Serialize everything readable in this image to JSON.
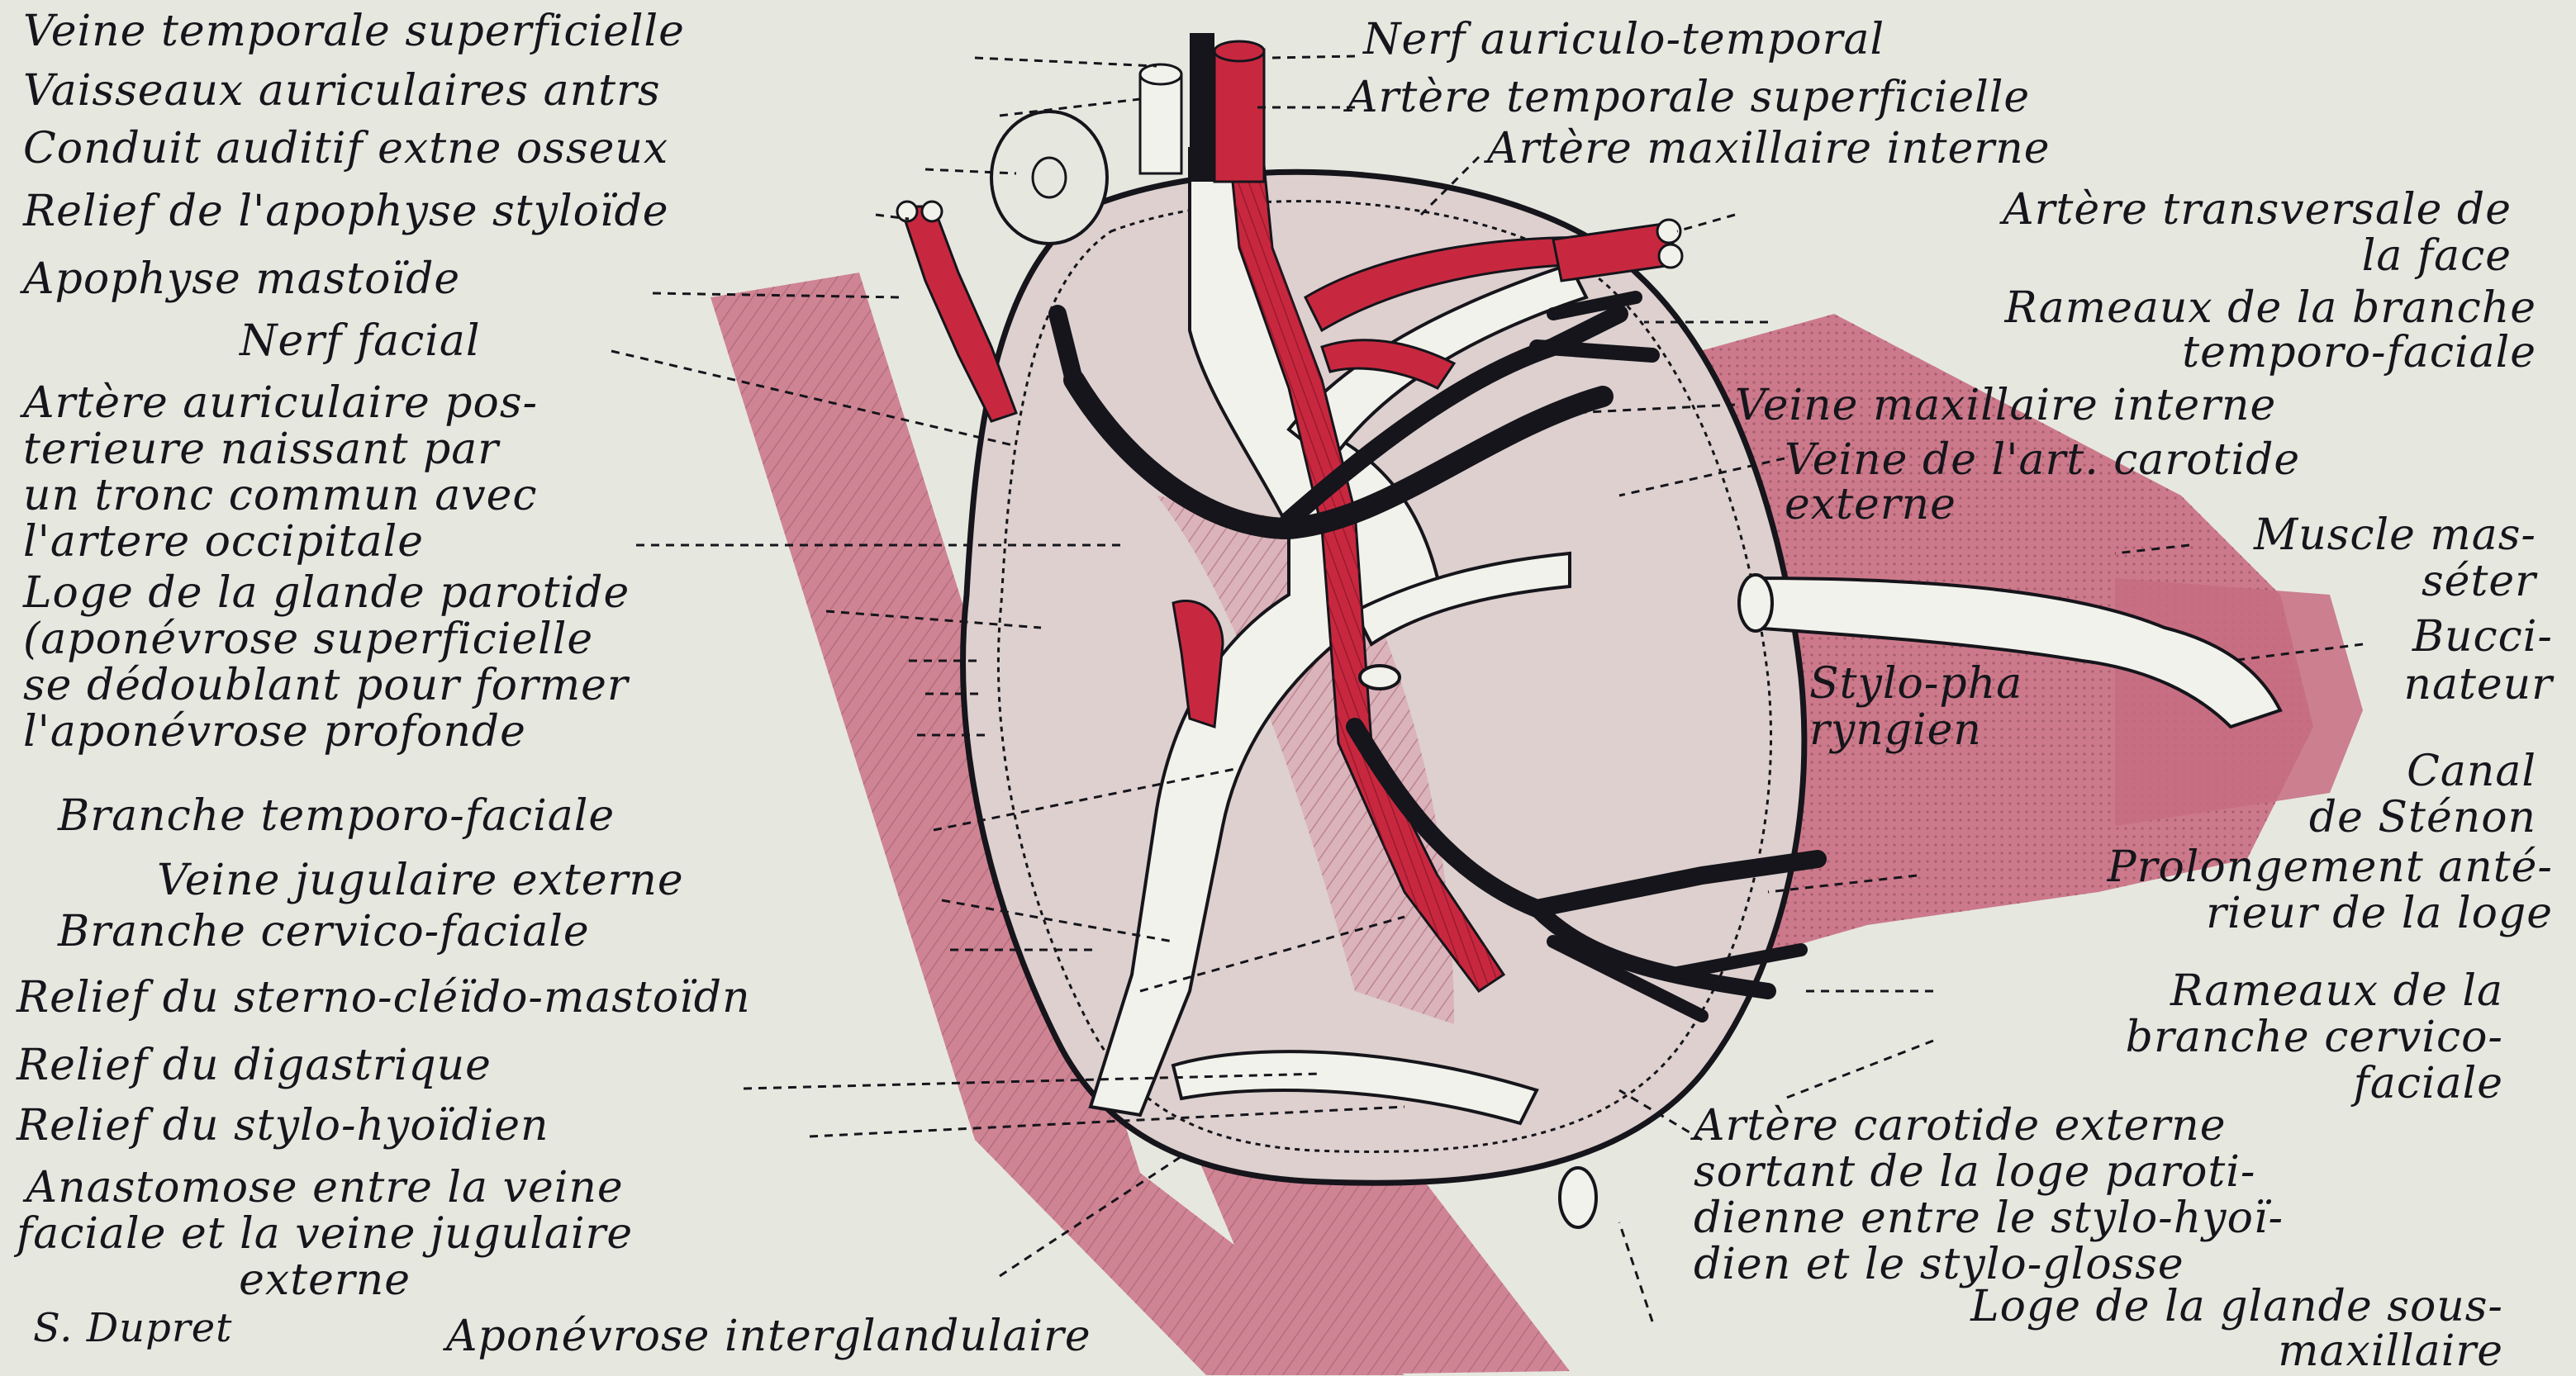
{
  "colors": {
    "paper": "#e6e8e0",
    "ink": "#15151b",
    "artery": "#c8283f",
    "muscle": "#c87c8c",
    "muscle_light": "#e3b8c0",
    "vein": "#f2f2ec"
  },
  "labels": {
    "veine_temporale": "Veine temporale superficielle",
    "vaisseaux_auric": "Vaisseaux auriculaires antrs",
    "conduit_auditif": "Conduit auditif extne osseux",
    "relief_apophyse": "Relief de l'apophyse styloïde",
    "apophyse_mastoide": "Apophyse mastoïde",
    "nerf_facial": "Nerf facial",
    "artere_auric_post": "Artère auriculaire pos-\nterieure naissant par\nun tronc commun avec\nl'artere occipitale",
    "loge_glande_parotide": "Loge de la glande parotide\n(aponévrose superficielle\nse dédoublant pour former\nl'aponévrose profonde",
    "branche_temporo": "Branche temporo-faciale",
    "veine_jugulaire": "Veine jugulaire externe",
    "branche_cervico": "Branche cervico-faciale",
    "relief_sterno": "Relief du sterno-cléïdo-mastoïdn",
    "relief_digastrique": "Relief du digastrique",
    "relief_stylo_hyoidien": "Relief du stylo-hyoïdien",
    "anastomose": "Anastomose entre la veine\nfaciale et la veine jugulaire\nexterne",
    "signature": "S. Dupret",
    "aponevrose_inter": "Aponévrose interglandulaire",
    "nerf_auriculo": "Nerf auriculo-temporal",
    "artere_temporale": "Artère temporale superficielle",
    "artere_maxillaire": "Artère maxillaire interne",
    "artere_transversale": "Artère transversale de\nla face",
    "rameaux_temporo": "Rameaux de la branche\ntemporo-faciale",
    "veine_maxillaire": "Veine maxillaire interne",
    "veine_carotide": "Veine de l'art. carotide\nexterne",
    "muscle_masseter": "Muscle mas-\nséter",
    "buccinateur": "Bucci-\nnateur",
    "stylo_pharyngien": "Stylo-pha\nryngien",
    "canal_stenon": "Canal\nde Sténon",
    "prolongement": "Prolongement anté-\nrieur de la loge",
    "rameaux_cervico": "Rameaux de la\nbranche cervico-\nfaciale",
    "artere_carotide": "Artère carotide externe\nsortant de la loge paroti-\ndienne entre le stylo-hyoï-\ndien et le stylo-glosse",
    "loge_sous_max": "Loge de la glande sous-\nmaxillaire"
  }
}
